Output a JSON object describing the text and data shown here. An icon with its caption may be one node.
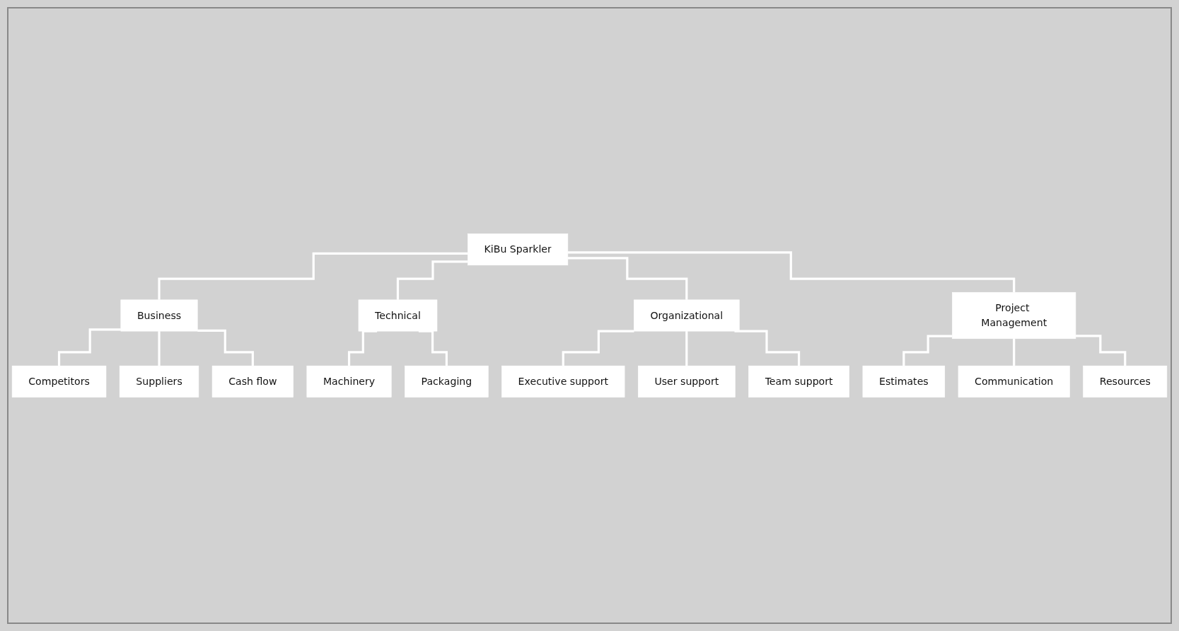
{
  "diagram": {
    "nodes": [
      {
        "text": [
          "KiBu Sparkler"
        ]
      },
      {
        "text": [
          "Business"
        ]
      },
      {
        "text": [
          "Technical"
        ]
      },
      {
        "text": [
          "Organizational"
        ]
      },
      {
        "text": [
          "Project Management"
        ]
      },
      {
        "text": [
          "Competitors"
        ]
      },
      {
        "text": [
          "Suppliers"
        ]
      },
      {
        "text": [
          "Cash flow"
        ]
      },
      {
        "text": [
          "Machinery"
        ]
      },
      {
        "text": [
          "Packaging"
        ]
      },
      {
        "text": [
          "Executive support"
        ]
      },
      {
        "text": [
          "User support"
        ]
      },
      {
        "text": [
          "Team support"
        ]
      },
      {
        "text": [
          "Estimates"
        ]
      },
      {
        "text": [
          "Communication"
        ]
      },
      {
        "text": [
          "Resources"
        ]
      }
    ],
    "edges": [
      {
        "from": 0,
        "to": 1,
        "arrow": "none"
      },
      {
        "from": 0,
        "to": 2,
        "arrow": "none"
      },
      {
        "from": 0,
        "to": 3,
        "arrow": "none"
      },
      {
        "from": 0,
        "to": 4,
        "arrow": "none"
      },
      {
        "from": 1,
        "to": 5,
        "arrow": "none"
      },
      {
        "from": 1,
        "to": 6,
        "arrow": "none"
      },
      {
        "from": 1,
        "to": 7,
        "arrow": "none"
      },
      {
        "from": 2,
        "to": 8,
        "arrow": "none"
      },
      {
        "from": 2,
        "to": 9,
        "arrow": "none"
      },
      {
        "from": 3,
        "to": 10,
        "arrow": "none"
      },
      {
        "from": 3,
        "to": 11,
        "arrow": "none"
      },
      {
        "from": 3,
        "to": 12,
        "arrow": "none"
      },
      {
        "from": 4,
        "to": 13,
        "arrow": "none"
      },
      {
        "from": 4,
        "to": 14,
        "arrow": "none"
      },
      {
        "from": 4,
        "to": 15,
        "arrow": "none"
      }
    ]
  }
}
